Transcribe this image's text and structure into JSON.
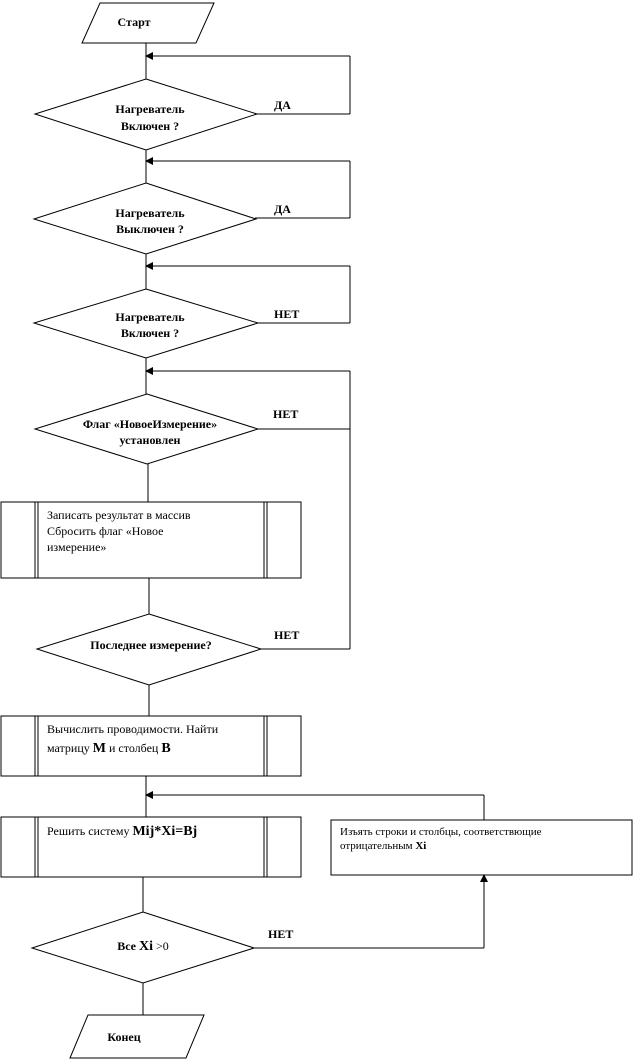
{
  "start": "Старт",
  "end": "Конец",
  "d1": {
    "line1": "Нагреватель",
    "line2": "Включен ?",
    "branch": "ДА"
  },
  "d2": {
    "line1": "Нагреватель",
    "line2": "Выключен ?",
    "branch": "ДА"
  },
  "d3": {
    "line1": "Нагреватель",
    "line2": "Включен ?",
    "branch": "НЕТ"
  },
  "d4": {
    "line1": "Флаг «НовоеИзмерение»",
    "line2": "установлен",
    "branch": "НЕТ"
  },
  "p1": {
    "line1": "Записать результат в массив",
    "line2": "Сбросить флаг «Новое",
    "line3": "измерение»"
  },
  "d5": {
    "text": "Последнее измерение?",
    "branch": "НЕТ"
  },
  "p2": {
    "line1": "Вычислить проводимости. Найти",
    "line2_pre": "матрицу ",
    "M": "M",
    "line2_mid": " и столбец ",
    "B": "B"
  },
  "p3": {
    "pre": "Решить систему  ",
    "eq": "Mij*Xi=Bj"
  },
  "r1": {
    "line1": "Изъять строки и столбцы, соответствющие",
    "line2_pre": "отрицательным ",
    "Xi": "Xi"
  },
  "d6": {
    "pre": "Все ",
    "Xi": "Xi",
    "post": " >0",
    "branch": "НЕТ"
  }
}
